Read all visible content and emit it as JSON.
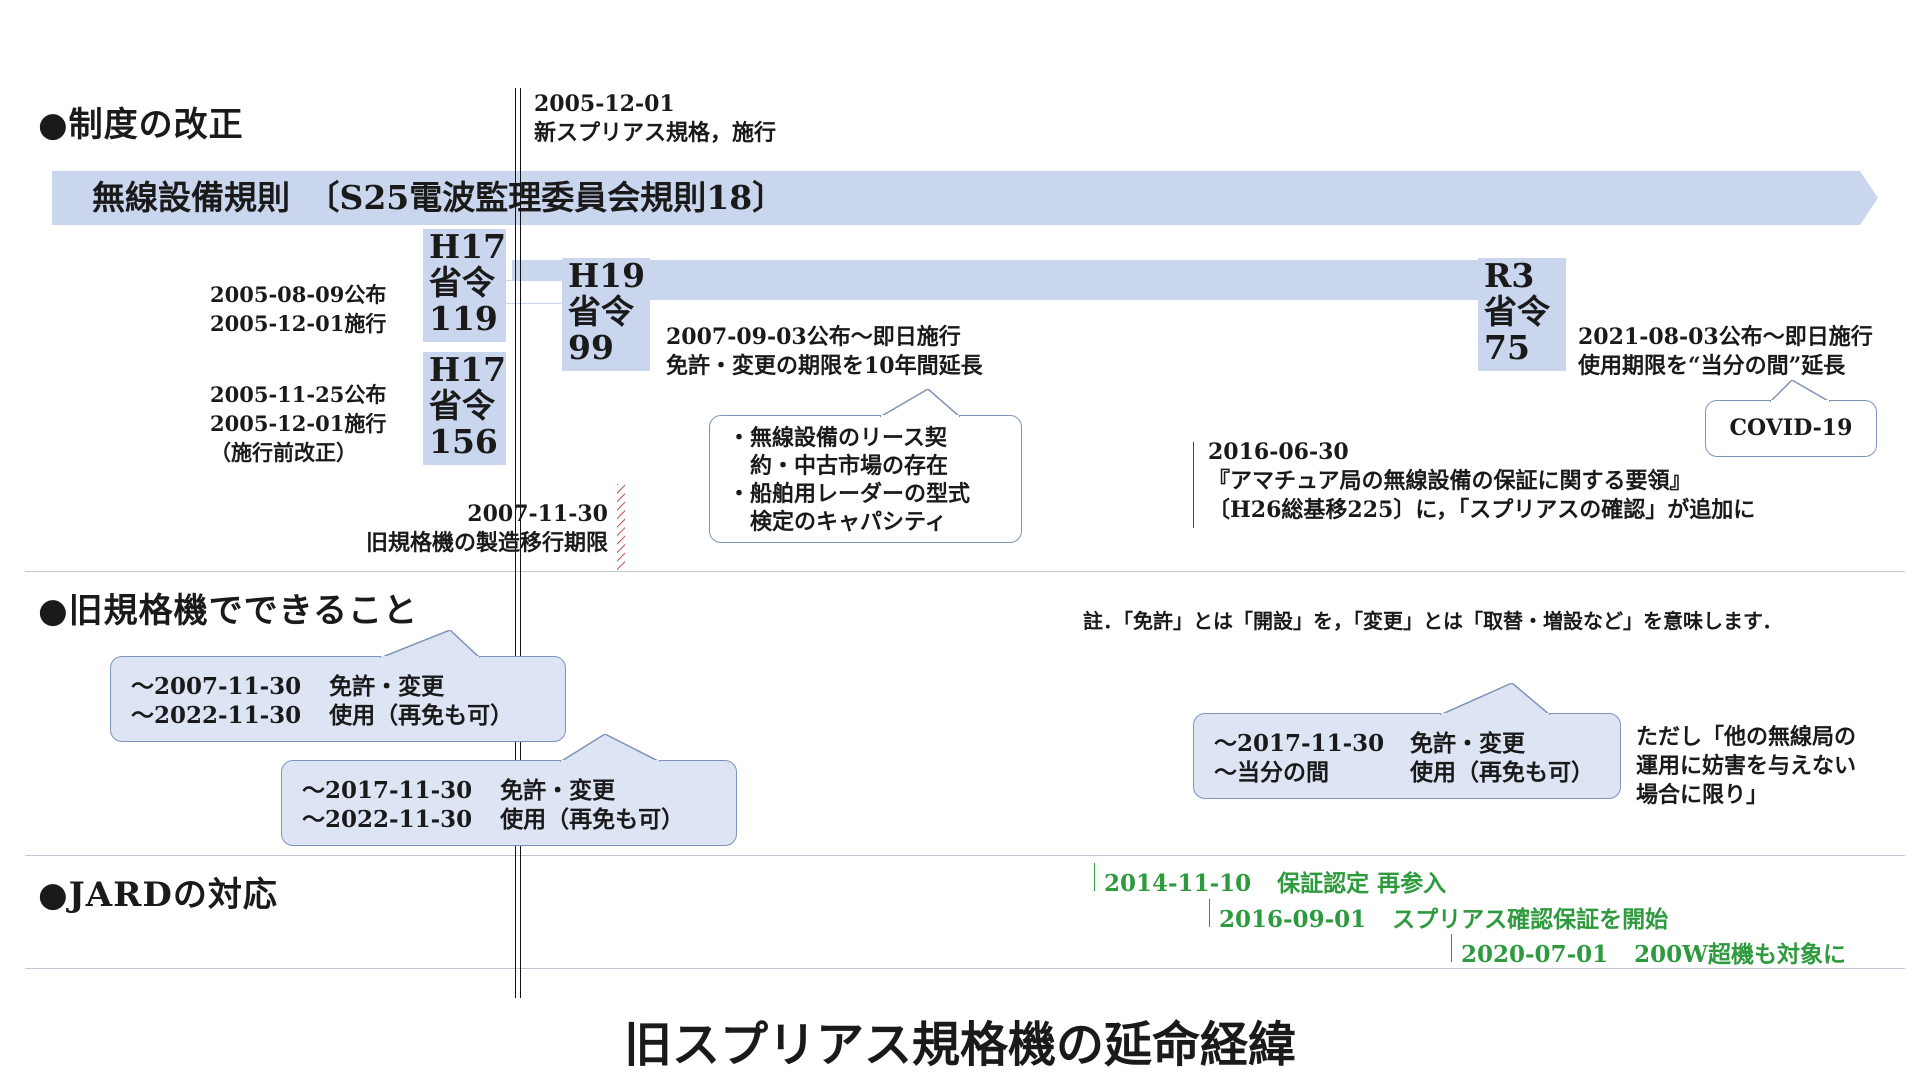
{
  "sections": {
    "revision": "●制度の改正",
    "old_capability": "●旧規格機でできること",
    "jard": "●JARDの対応"
  },
  "main_arrow": {
    "label": "無線設備規則　〔S25電波監理委員会規則18〕"
  },
  "vertical_marker": {
    "date": "2005-12-01",
    "text": "新スプリアス規格，施行"
  },
  "ordinances": [
    {
      "l1": "H17",
      "l2": "省令",
      "l3": "119",
      "note_l1": "2005-08-09公布",
      "note_l2": "2005-12-01施行"
    },
    {
      "l1": "H17",
      "l2": "省令",
      "l3": "156",
      "note_l1": "2005-11-25公布",
      "note_l2": "2005-12-01施行",
      "note_l3": "（施行前改正）"
    },
    {
      "l1": "H19",
      "l2": "省令",
      "l3": "99",
      "note_l1": "2007-09-03公布～即日施行",
      "note_l2": "免許・変更の期限を10年間延長"
    },
    {
      "l1": "R3",
      "l2": "省令",
      "l3": "75",
      "note_l1": "2021-08-03公布～即日施行",
      "note_l2": "使用期限を“当分の間”延長"
    }
  ],
  "reason_bubble": {
    "l1": "・無線設備のリース契",
    "l2": "　約・中古市場の存在",
    "l3": "・船舶用レーダーの型式",
    "l4": "　検定のキャパシティ"
  },
  "covid_bubble": "COVID-19",
  "manufacture_deadline": {
    "date": "2007-11-30",
    "text": "旧規格機の製造移行期限"
  },
  "amateur_note": {
    "date": "2016-06-30",
    "l1": "『アマチュア局の無線設備の保証に関する要領』",
    "l2": "〔H26総基移225〕に，「スプリアスの確認」が追加に"
  },
  "footnote": "註．「免許」とは「開設」を，「変更」とは「取替・増設など」を意味します．",
  "capability_bubbles": [
    {
      "r1a": "～2007-11-30",
      "r1b": "免許・変更",
      "r2a": "～2022-11-30",
      "r2b": "使用（再免も可）"
    },
    {
      "r1a": "～2017-11-30",
      "r1b": "免許・変更",
      "r2a": "～2022-11-30",
      "r2b": "使用（再免も可）"
    },
    {
      "r1a": "～2017-11-30",
      "r1b": "免許・変更",
      "r2a": "～当分の間",
      "r2b": "使用（再免も可）"
    }
  ],
  "proviso": {
    "l1": "ただし「他の無線局の",
    "l2": "運用に妨害を与えない",
    "l3": "場合に限り」"
  },
  "jard_events": [
    {
      "date": "2014-11-10",
      "text": "保証認定 再参入"
    },
    {
      "date": "2016-09-01",
      "text": "スプリアス確認保証を開始"
    },
    {
      "date": "2020-07-01",
      "text": "200W超機も対象に"
    }
  ],
  "title": "旧スプリアス規格機の延命経緯",
  "colors": {
    "arrow": "#c9d6ee",
    "accent_green": "#2e9a3e",
    "bubble": "#dde5f5",
    "bubble_border": "#7f93b8",
    "hatch": "#c0504d"
  }
}
